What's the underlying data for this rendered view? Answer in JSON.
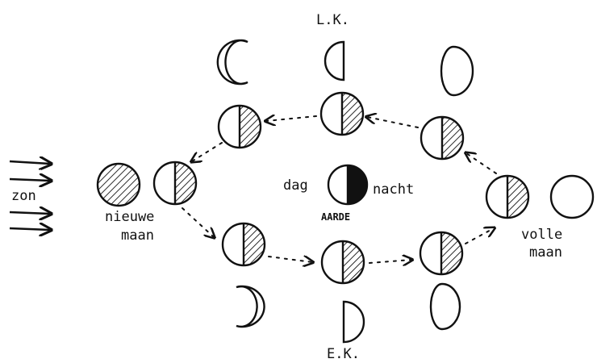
{
  "labels": {
    "lk": "L.K.",
    "ek": "E.K.",
    "zon": "zon",
    "dag": "dag",
    "nacht": "nacht",
    "aarde": "AARDE",
    "nieuwe_maan_1": "nieuwe",
    "nieuwe_maan_2": "maan",
    "volle_maan_1": "volle",
    "volle_maan_2": "maan"
  },
  "colors": {
    "ink": "#111111",
    "paper": "#ffffff"
  }
}
